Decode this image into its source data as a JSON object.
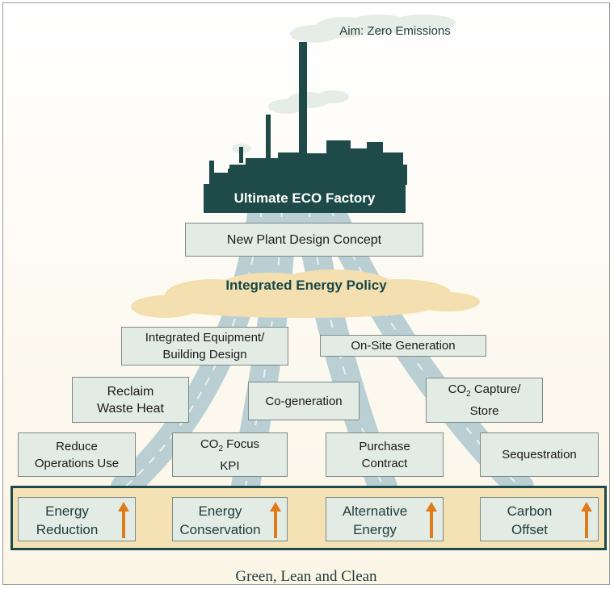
{
  "colors": {
    "factory": "#1e4a4a",
    "smoke": "#e6ece6",
    "road": "#b9cfd4",
    "cloud": "#f3dfb0",
    "panel": "#f4e1b4",
    "box": "#e3ebe5",
    "arrow": "#e07b1a"
  },
  "aim": "Aim: Zero Emissions",
  "factory_label": "Ultimate ECO Factory",
  "new_plant": "New Plant Design Concept",
  "policy": "Integrated Energy Policy",
  "boxes": {
    "equipment": "Integrated Equipment/\nBuilding Design",
    "onsite": "On-Site Generation",
    "reclaim": "Reclaim\nWaste Heat",
    "cogeneration": "Co-generation",
    "co2_capture_pre": "CO",
    "co2_capture_sub": "2",
    "co2_capture_post": " Capture/",
    "co2_capture_line2": "Store",
    "reduce": "Reduce\nOperations Use",
    "co2_focus_pre": "CO",
    "co2_focus_sub": "2",
    "co2_focus_post": " Focus",
    "co2_focus_line2": "KPI",
    "purchase": "Purchase\nContract",
    "sequestration": "Sequestration"
  },
  "base": [
    {
      "label": "Energy\nReduction",
      "icon": "arrow-up-icon"
    },
    {
      "label": "Energy\nConservation",
      "icon": "arrow-up-icon"
    },
    {
      "label": "Alternative\nEnergy",
      "icon": "arrow-up-icon"
    },
    {
      "label": "Carbon\nOffset",
      "icon": "arrow-up-icon"
    }
  ],
  "footer": "Green, Lean and Clean"
}
